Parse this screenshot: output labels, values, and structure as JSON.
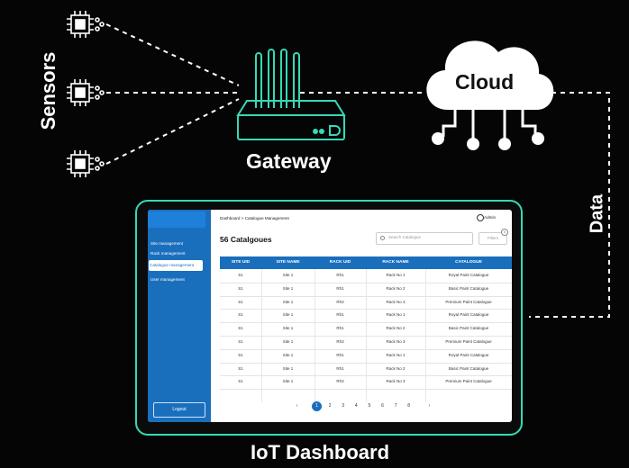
{
  "labels": {
    "sensors": "Sensors",
    "gateway": "Gateway",
    "cloud": "Cloud",
    "data": "Data",
    "dashboard": "IoT Dashboard"
  },
  "colors": {
    "accent": "#37d8b6",
    "dashboard_blue": "#1a6fbd",
    "background": "#050505"
  },
  "icons": [
    "chip-icon",
    "router-icon",
    "cloud-icon",
    "user-icon",
    "search-icon",
    "filter-icon"
  ],
  "dashboard": {
    "breadcrumb": "Dashboard > Catalogue Management",
    "admin": "Admin",
    "title": "56 Catalgoues",
    "search_placeholder": "Search Catalogue",
    "filter_label": "Filters",
    "filter_badge": "0",
    "sidebar": [
      "Site management",
      "Rack management",
      "Catalogue management",
      "User management"
    ],
    "logout": "Logout",
    "columns": [
      "SITE UID",
      "SITE NAME",
      "RACK UID",
      "RACK NAME",
      "CATALOGUE"
    ],
    "rows": [
      [
        "S1",
        "Site 1",
        "Rh1",
        "Rack No 1",
        "Royal Paint Catalogue"
      ],
      [
        "S1",
        "Site 1",
        "Rh1",
        "Rack No 2",
        "Basic Paint Catalogue"
      ],
      [
        "S1",
        "Site 1",
        "Rh3",
        "Rack No 3",
        "Premium Paint Catalogue"
      ],
      [
        "S1",
        "Site 1",
        "Rh1",
        "Rack No 1",
        "Royal Paint Catalogue"
      ],
      [
        "S1",
        "Site 1",
        "Rh1",
        "Rack No 2",
        "Basic Paint Catalogue"
      ],
      [
        "S1",
        "Site 1",
        "Rh3",
        "Rack No 3",
        "Premium Paint Catalogue"
      ],
      [
        "S1",
        "Site 1",
        "Rh1",
        "Rack No 1",
        "Royal Paint Catalogue"
      ],
      [
        "S1",
        "Site 1",
        "Rh1",
        "Rack No 2",
        "Basic Paint Catalogue"
      ],
      [
        "S1",
        "Site 1",
        "Rh3",
        "Rack No 3",
        "Premium Paint Catalogue"
      ]
    ],
    "pagination": {
      "prev": "‹",
      "pages": [
        "1",
        "2",
        "3",
        "4",
        "5",
        "6",
        "7",
        "8"
      ],
      "next": "›",
      "current": "1"
    }
  }
}
